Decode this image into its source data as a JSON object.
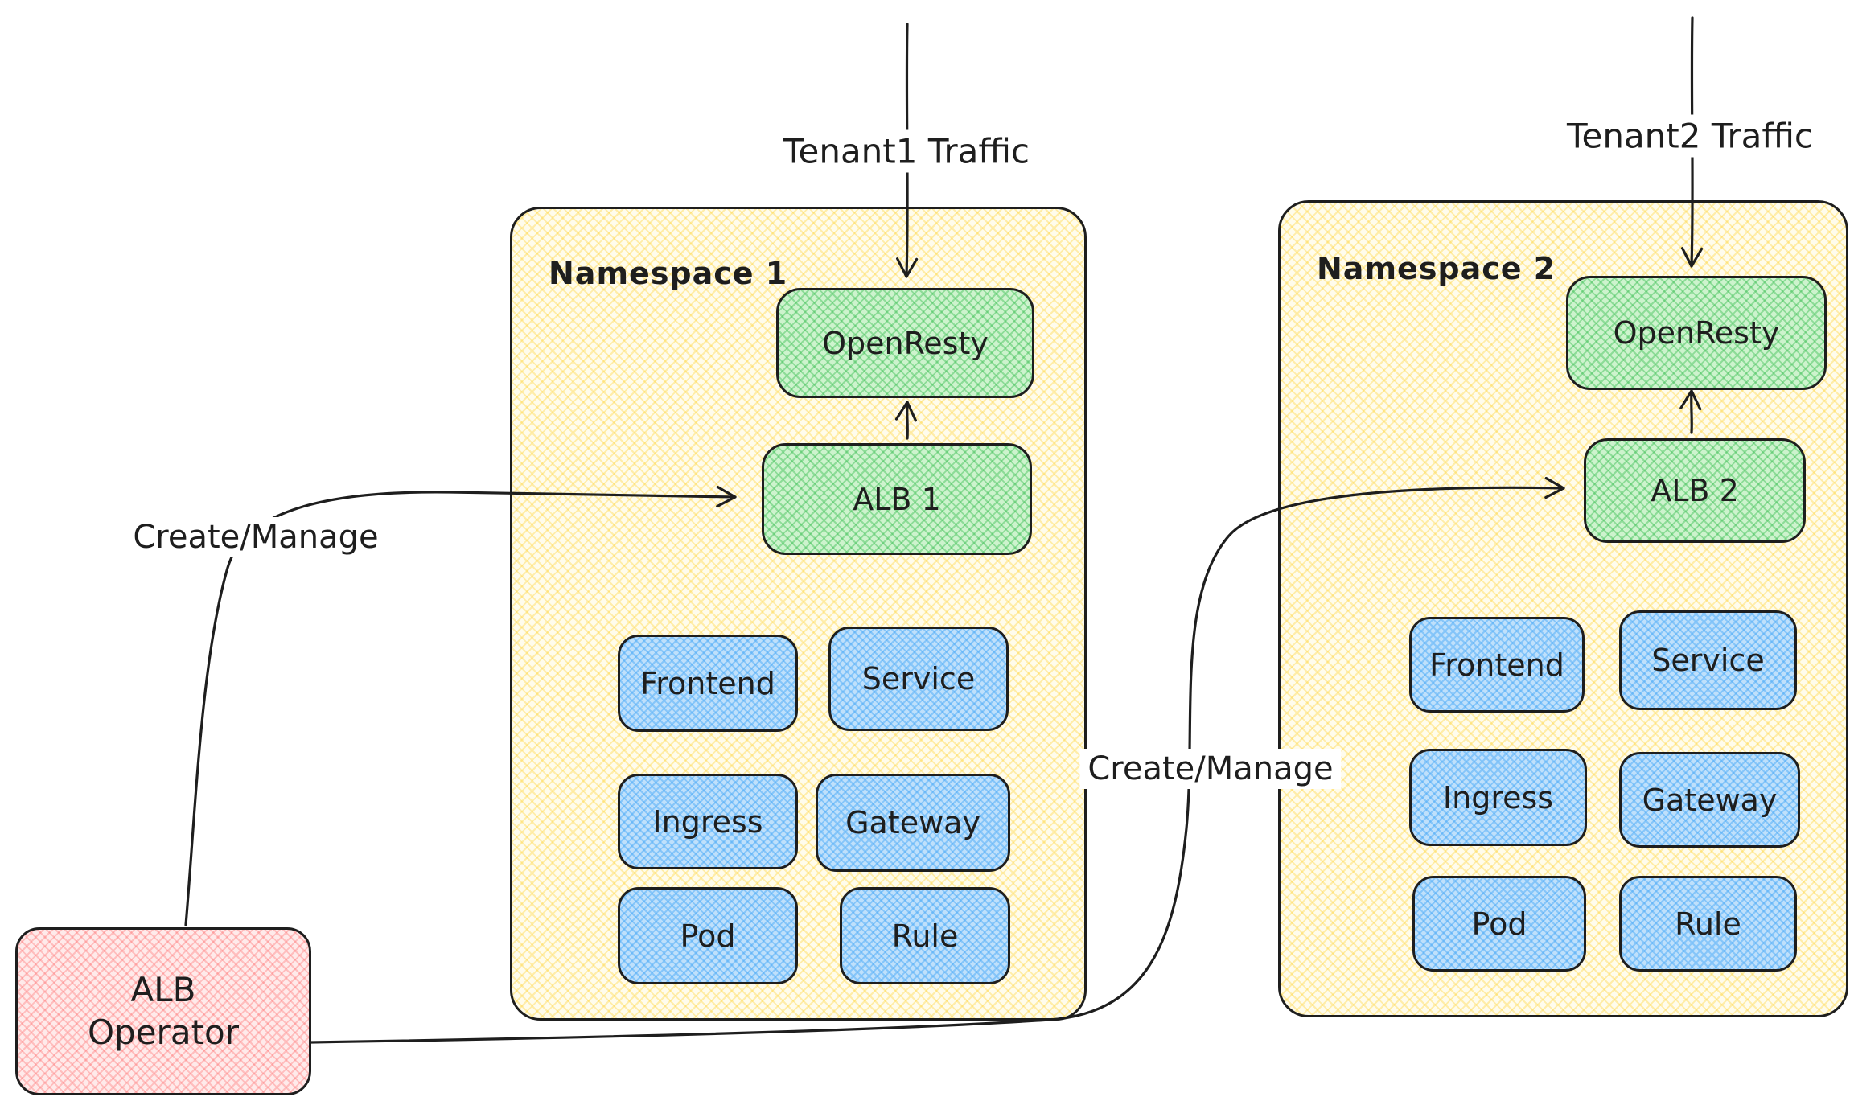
{
  "diagram": {
    "arrows": {
      "tenant1_label": "Tenant1 Traffic",
      "tenant2_label": "Tenant2 Traffic",
      "create_manage_left": "Create/Manage",
      "create_manage_right": "Create/Manage"
    },
    "operator": {
      "line1": "ALB",
      "line2": "Operator"
    },
    "namespaces": [
      {
        "title": "Namespace 1",
        "openresty": "OpenResty",
        "alb": "ALB 1",
        "resources": [
          "Frontend",
          "Service",
          "Ingress",
          "Gateway",
          "Pod",
          "Rule"
        ]
      },
      {
        "title": "Namespace 2",
        "openresty": "OpenResty",
        "alb": "ALB 2",
        "resources": [
          "Frontend",
          "Service",
          "Ingress",
          "Gateway",
          "Pod",
          "Rule"
        ]
      }
    ],
    "colors": {
      "stroke": "#1e1e1e",
      "namespace_fill": "#fffcec",
      "namespace_hatch": "#ffd43b",
      "green_fill": "#b2f2bb",
      "blue_fill": "#a5d8ff",
      "pink_fill": "#ffc9c9"
    }
  }
}
